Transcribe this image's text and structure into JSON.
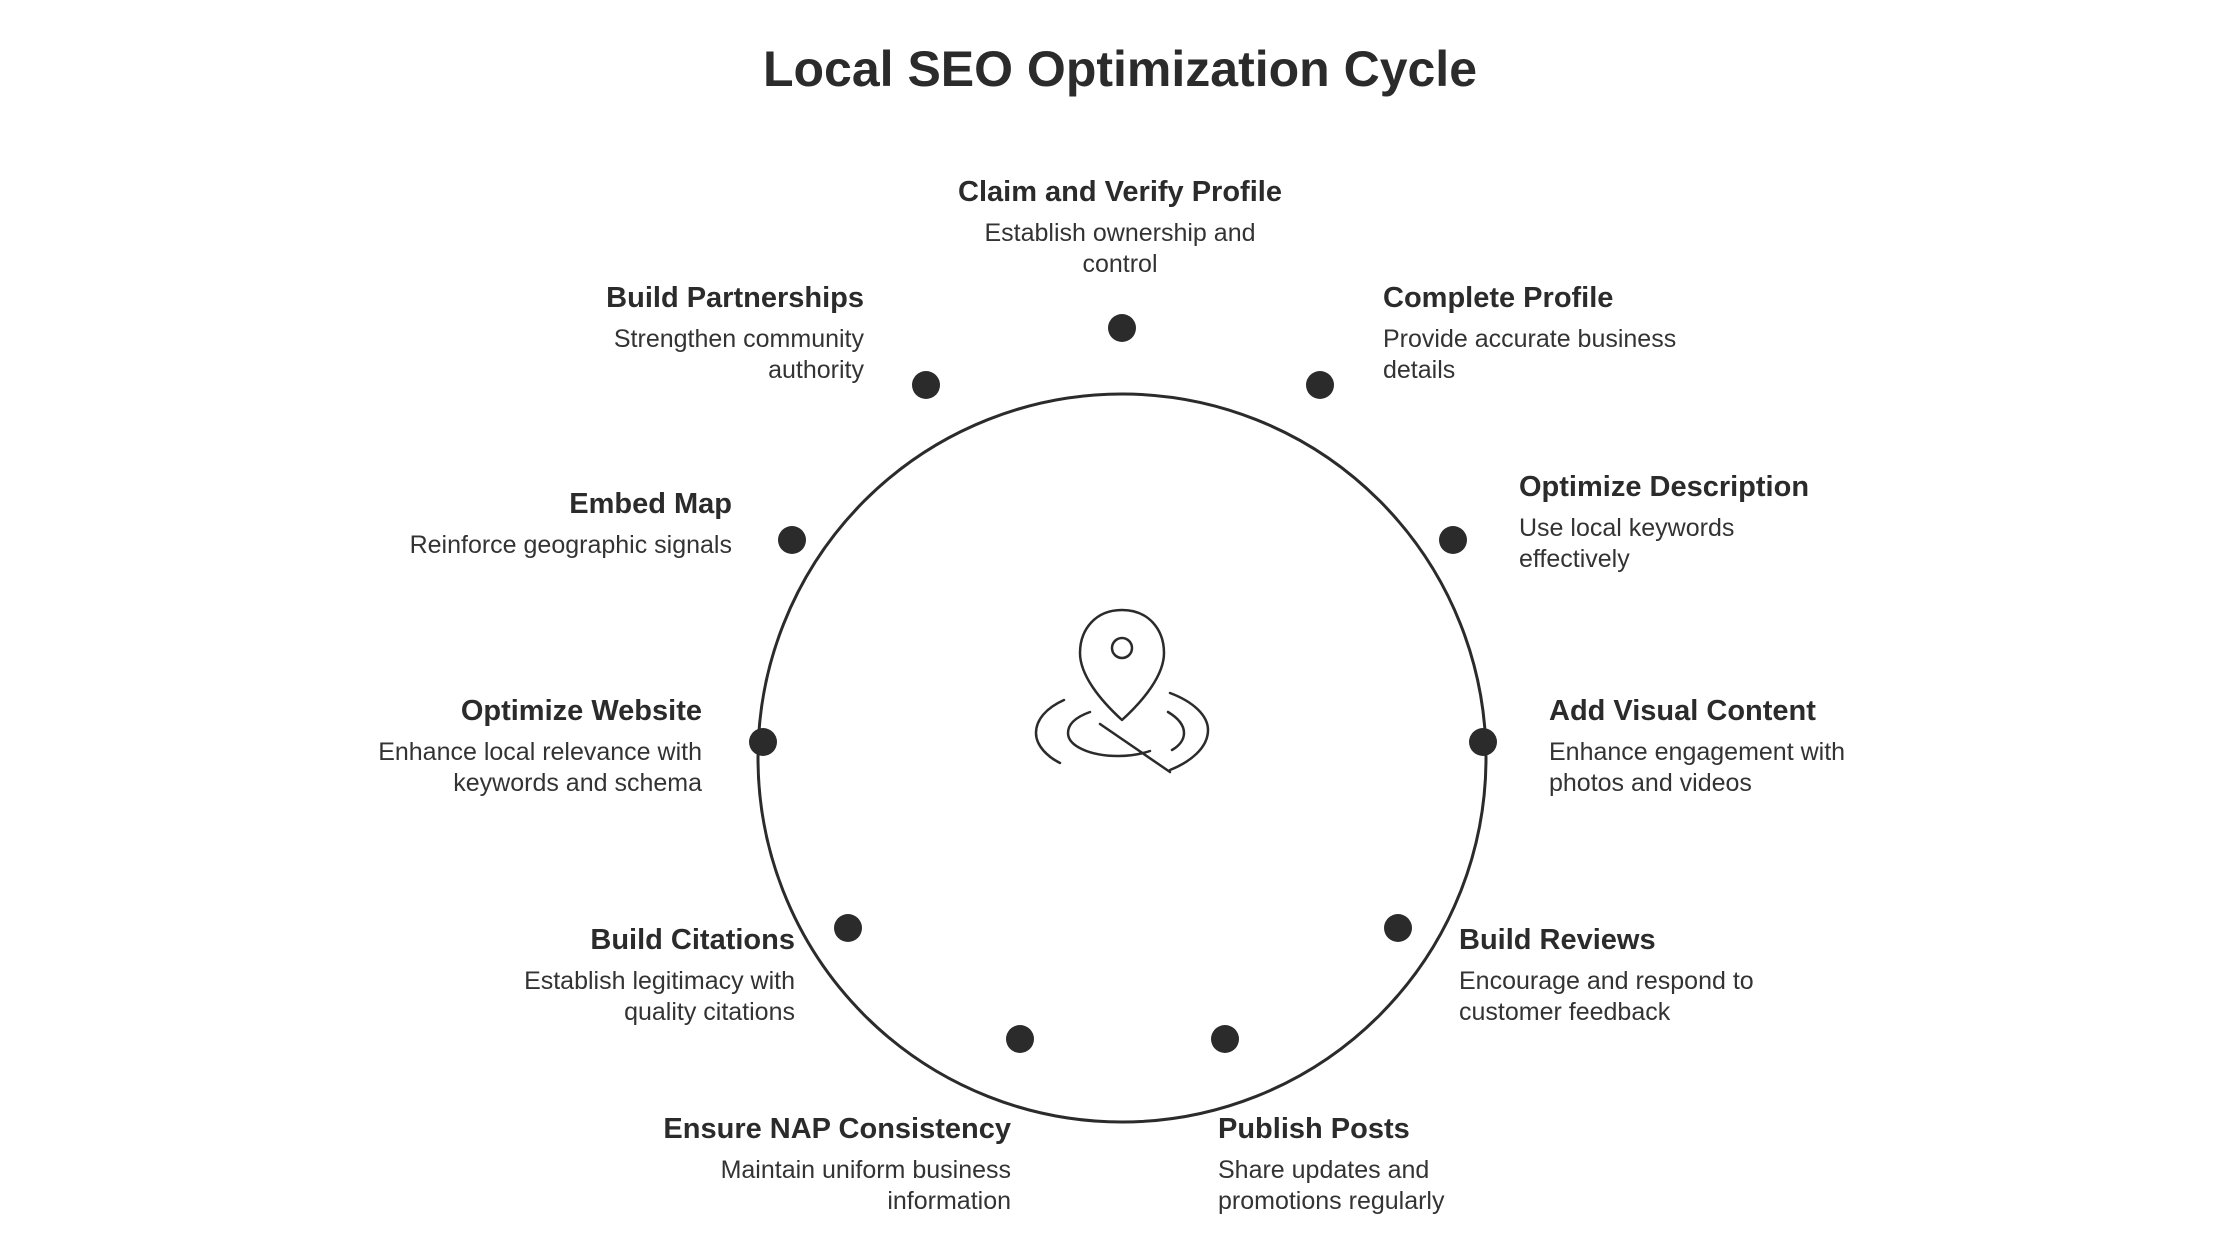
{
  "title": "Local SEO Optimization Cycle",
  "center_icon": "map-pin-icon",
  "colors": {
    "text": "#2b2b2b",
    "node": "#2b2b2b",
    "circle_stroke": "#2b2b2b",
    "background": "#ffffff"
  },
  "steps": [
    {
      "title": "Claim and Verify Profile",
      "description": "Establish ownership and control"
    },
    {
      "title": "Complete Profile",
      "description": "Provide accurate business details"
    },
    {
      "title": "Optimize Description",
      "description": "Use local keywords effectively"
    },
    {
      "title": "Add Visual Content",
      "description": "Enhance engagement with photos and videos"
    },
    {
      "title": "Build Reviews",
      "description": "Encourage and respond to customer feedback"
    },
    {
      "title": "Publish Posts",
      "description": "Share updates and promotions regularly"
    },
    {
      "title": "Ensure NAP Consistency",
      "description": "Maintain uniform business information"
    },
    {
      "title": "Build Citations",
      "description": "Establish legitimacy with quality citations"
    },
    {
      "title": "Optimize Website",
      "description": "Enhance local relevance with keywords and schema"
    },
    {
      "title": "Embed Map",
      "description": "Reinforce geographic signals"
    },
    {
      "title": "Build Partnerships",
      "description": "Strengthen community authority"
    }
  ]
}
